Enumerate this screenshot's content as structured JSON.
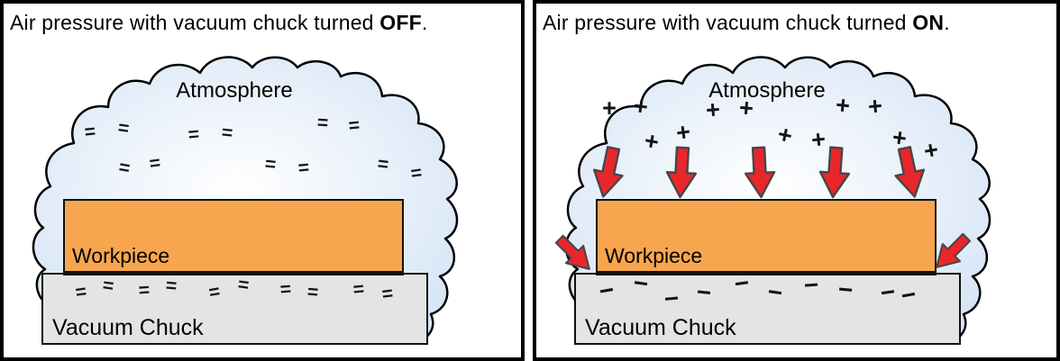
{
  "colors": {
    "outline": "#111111",
    "cloud_edge": "#d7e5f6",
    "cloud_center": "#ffffff",
    "workpiece": "#f7a64f",
    "chuck": "#e4e4e4",
    "arrow_red": "#e9262b",
    "arrow_stroke": "#474747"
  },
  "panels": [
    {
      "id": "off",
      "title_prefix": "Air pressure with vacuum chuck turned ",
      "title_bold": "OFF",
      "title_suffix": ".",
      "atmosphere_label": "Atmosphere",
      "workpiece_label": "Workpiece",
      "chuck_label": "Vacuum Chuck",
      "atmosphere_symbols": {
        "type": "equal",
        "points": [
          [
            96,
            143,
            -6
          ],
          [
            133,
            139,
            8
          ],
          [
            211,
            146,
            -5
          ],
          [
            248,
            144,
            6
          ],
          [
            354,
            133,
            4
          ],
          [
            389,
            136,
            -6
          ],
          [
            134,
            183,
            10
          ],
          [
            168,
            178,
            -8
          ],
          [
            296,
            179,
            6
          ],
          [
            333,
            183,
            -5
          ],
          [
            421,
            179,
            7
          ],
          [
            458,
            189,
            -8
          ]
        ]
      },
      "chuck_symbols": {
        "type": "equal",
        "points": [
          [
            86,
            321,
            -8
          ],
          [
            116,
            314,
            8
          ],
          [
            156,
            319,
            -4
          ],
          [
            186,
            314,
            5
          ],
          [
            234,
            321,
            -10
          ],
          [
            266,
            313,
            8
          ],
          [
            313,
            318,
            -4
          ],
          [
            343,
            321,
            5
          ],
          [
            394,
            318,
            -5
          ],
          [
            426,
            323,
            -7
          ]
        ]
      },
      "arrows_down": [],
      "arrows_diagonal": []
    },
    {
      "id": "on",
      "title_prefix": "Air pressure with vacuum chuck turned ",
      "title_bold": "ON",
      "title_suffix": ".",
      "atmosphere_label": "Atmosphere",
      "workpiece_label": "Workpiece",
      "chuck_label": "Vacuum Chuck",
      "atmosphere_symbols": {
        "type": "plus",
        "points": [
          [
            81,
            116,
            0
          ],
          [
            116,
            114,
            8
          ],
          [
            196,
            118,
            -5
          ],
          [
            233,
            116,
            5
          ],
          [
            340,
            113,
            6
          ],
          [
            376,
            114,
            -5
          ],
          [
            128,
            153,
            10
          ],
          [
            163,
            143,
            -8
          ],
          [
            276,
            146,
            12
          ],
          [
            313,
            151,
            -6
          ],
          [
            403,
            149,
            8
          ],
          [
            438,
            163,
            -10
          ]
        ]
      },
      "chuck_symbols": {
        "type": "minus",
        "points": [
          [
            78,
            319,
            -10
          ],
          [
            116,
            311,
            8
          ],
          [
            150,
            328,
            -5
          ],
          [
            186,
            321,
            6
          ],
          [
            228,
            311,
            -8
          ],
          [
            265,
            321,
            8
          ],
          [
            305,
            313,
            -4
          ],
          [
            343,
            318,
            5
          ],
          [
            390,
            321,
            -8
          ],
          [
            413,
            324,
            -10
          ]
        ]
      },
      "arrows_down": [
        [
          80,
          187,
          12
        ],
        [
          161,
          187,
          3
        ],
        [
          248,
          187,
          -3
        ],
        [
          331,
          187,
          4
        ],
        [
          414,
          187,
          -12
        ]
      ],
      "arrows_diagonal": [
        [
          42,
          278,
          -45
        ],
        [
          461,
          276,
          45
        ]
      ]
    }
  ],
  "symbol_glyphs": {
    "equal": "=",
    "plus": "+",
    "minus": "−"
  }
}
